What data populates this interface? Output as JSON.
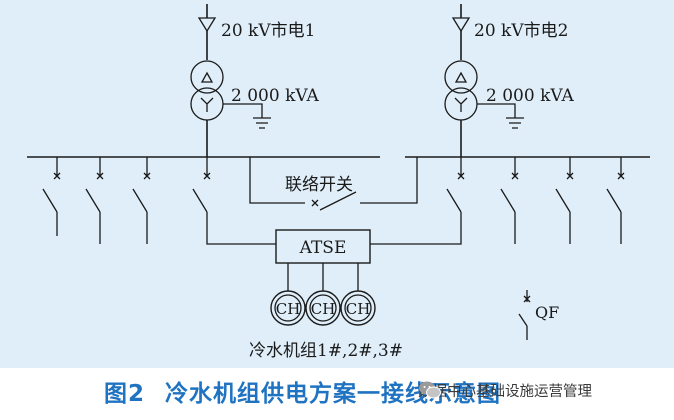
{
  "diagram": {
    "source_1": "20 kV市电1",
    "source_2": "20 kV市电2",
    "transformer_1_rating": "2 000 kVA",
    "transformer_2_rating": "2 000 kVA",
    "tie_switch_label": "联络开关",
    "ats_label": "ATSE",
    "chillers": [
      "CH",
      "CH",
      "CH"
    ],
    "chiller_group_label": "冷水机组1#,2#,3#",
    "breaker_legend": "QF"
  },
  "caption": {
    "figure_no": "图2",
    "title": "冷水机组供电方案一接线示意图"
  },
  "watermark": {
    "text": "数据中心基础设施运营管理",
    "icon": "wechat-icon"
  }
}
